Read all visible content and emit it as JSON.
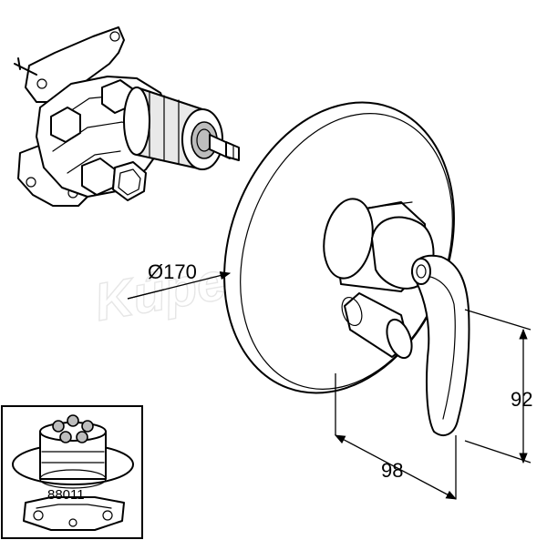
{
  "watermark": "KúpelneSK",
  "dimensions": {
    "diameter_label": "Ø170",
    "height_label": "92",
    "depth_label": "98"
  },
  "inset": {
    "part_number": "88011"
  }
}
